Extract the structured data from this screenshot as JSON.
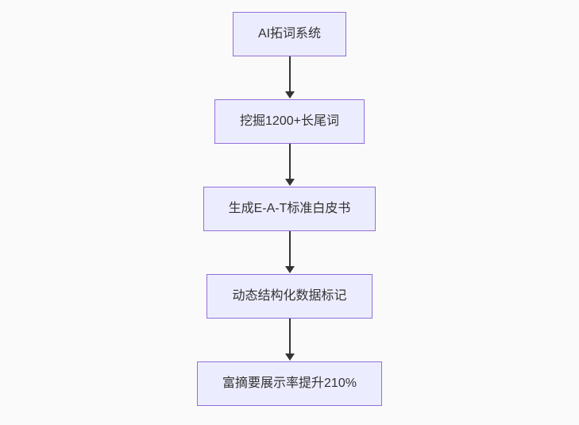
{
  "diagram": {
    "type": "flowchart",
    "direction": "top-down",
    "nodes": [
      {
        "id": "A",
        "label": "AI拓词系统"
      },
      {
        "id": "B",
        "label": "挖掘1200+长尾词"
      },
      {
        "id": "C",
        "label": "生成E-A-T标准白皮书"
      },
      {
        "id": "D",
        "label": "动态结构化数据标记"
      },
      {
        "id": "E",
        "label": "富摘要展示率提升210%"
      }
    ],
    "edges": [
      {
        "from": "A",
        "to": "B",
        "label": ""
      },
      {
        "from": "B",
        "to": "C",
        "label": ""
      },
      {
        "from": "C",
        "to": "D",
        "label": ""
      },
      {
        "from": "D",
        "to": "E",
        "label": ""
      }
    ],
    "colors": {
      "node_fill": "#ECECFF",
      "node_border": "#9370DB",
      "arrow": "#333333",
      "text": "#333333",
      "background": "#fafafa"
    }
  }
}
